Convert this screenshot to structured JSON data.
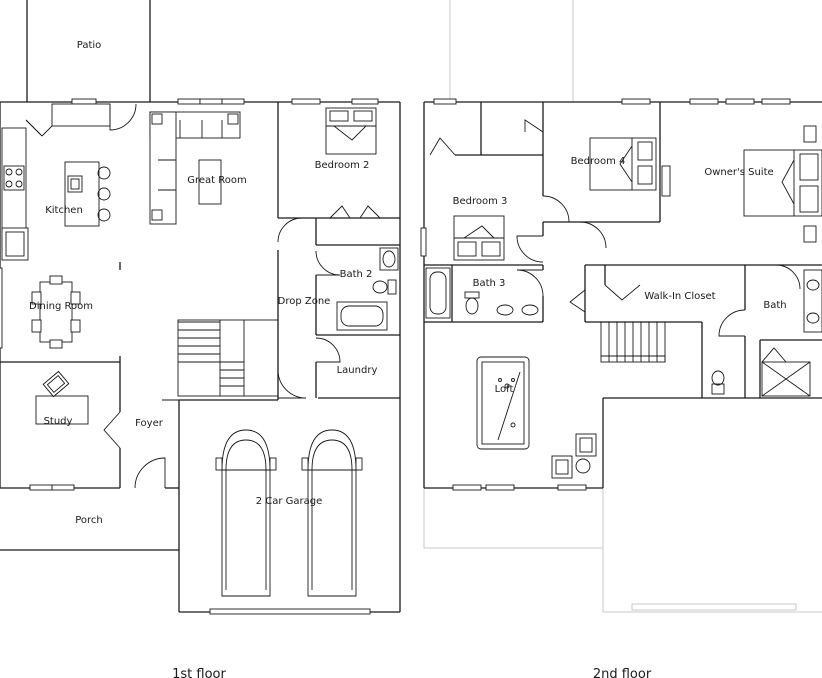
{
  "floors": [
    {
      "caption": "1st floor",
      "rooms": {
        "patio": "Patio",
        "great_room": "Great Room",
        "bedroom_2": "Bedroom 2",
        "kitchen": "Kitchen",
        "bath_2": "Bath 2",
        "drop_zone": "Drop Zone",
        "dining_room": "Dining Room",
        "laundry": "Laundry",
        "study": "Study",
        "foyer": "Foyer",
        "porch": "Porch",
        "garage": "2 Car Garage"
      }
    },
    {
      "caption": "2nd floor",
      "rooms": {
        "bedroom_4": "Bedroom 4",
        "owners_suite": "Owner's Suite",
        "bedroom_3": "Bedroom 3",
        "bath_3": "Bath 3",
        "walk_in_closet": "Walk-In Closet",
        "bath": "Bath",
        "loft": "Loft"
      }
    }
  ]
}
